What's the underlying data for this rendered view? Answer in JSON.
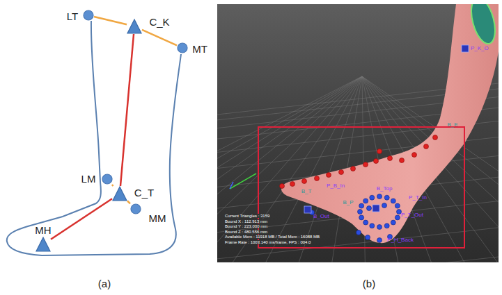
{
  "diagram": {
    "nodes": [
      {
        "text": [
          "LT"
        ]
      },
      {
        "text": [
          "C_K"
        ]
      },
      {
        "text": [
          "MT"
        ]
      },
      {
        "text": [
          "LM"
        ]
      },
      {
        "text": [
          "C_T"
        ]
      },
      {
        "text": [
          "MM"
        ]
      },
      {
        "text": [
          "MH"
        ]
      }
    ],
    "edges": [
      {
        "from": 0,
        "to": 1,
        "arrow": "none"
      },
      {
        "from": 1,
        "to": 2,
        "arrow": "none"
      },
      {
        "from": 1,
        "to": 4,
        "arrow": "none"
      },
      {
        "from": 3,
        "to": 4,
        "arrow": "none"
      },
      {
        "from": 4,
        "to": 5,
        "arrow": "none"
      },
      {
        "from": 4,
        "to": 6,
        "arrow": "none"
      }
    ],
    "labels": [
      "(a)",
      "(b)",
      "P_K_O",
      "B_E",
      "B_T",
      "P_B_In",
      "B_P",
      "B_Top",
      "P_T_In",
      "P_T_Out",
      "B_Out",
      "P_H_Back",
      "Current Triangles : 3159",
      "Bound X : 112.913 mm",
      "Bound Y : 223.030 mm",
      "Bound Z : 480.556 mm",
      "Available Mem : 11918 MB / Total Mem : 16088 MB",
      "Frame Rate : 1003.140 ms/frame, FPS : 004.0"
    ]
  }
}
